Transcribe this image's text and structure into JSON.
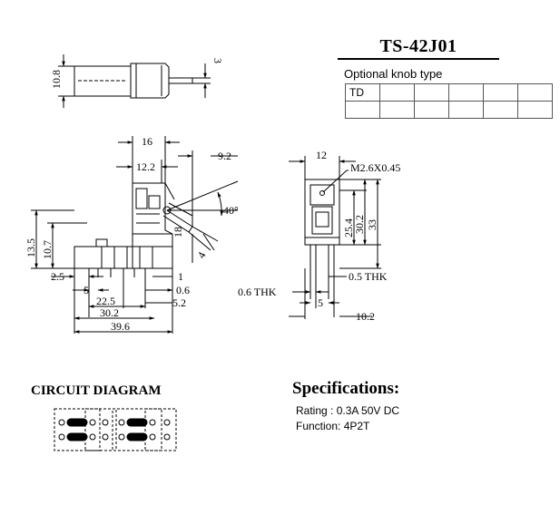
{
  "part_number": "TS-42J01",
  "knob_table": {
    "label": "Optional knob type",
    "cells": [
      "TD",
      "",
      "",
      "",
      "",
      ""
    ]
  },
  "circuit_title": "CIRCUIT DIAGRAM",
  "specs": {
    "title": "Specifications:",
    "rating": "Rating : 0.3A 50V DC",
    "function": "Function: 4P2T"
  },
  "dimensions": {
    "top_view": [
      "10.8",
      "3"
    ],
    "side_view": [
      "16",
      "9.2",
      "12.2",
      "40°",
      "18",
      "4",
      "13.5",
      "10.7",
      "2.5",
      "1",
      "5",
      "0.6",
      "22.5",
      "5.2",
      "30.2",
      "39.6"
    ],
    "end_view": [
      "12",
      "M2.6X0.45",
      "25.4",
      "30.2",
      "33",
      "0.6 THK",
      "0.5 THK",
      "5",
      "10.2"
    ]
  }
}
